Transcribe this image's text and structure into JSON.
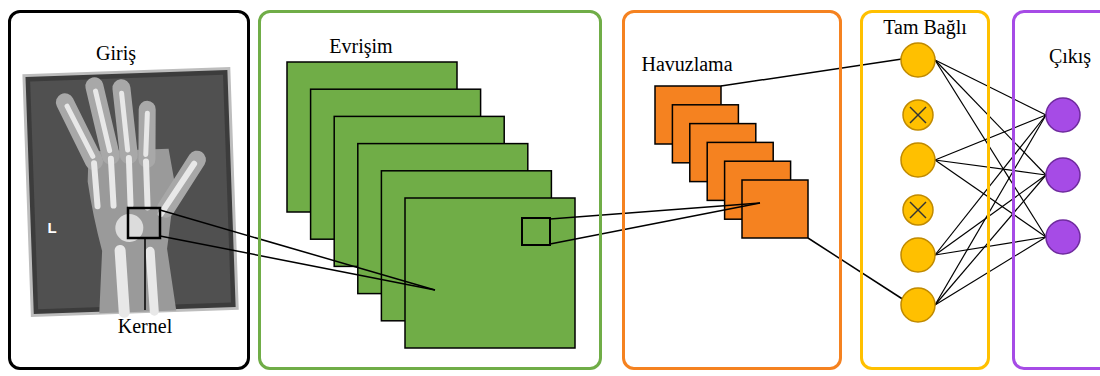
{
  "diagram": {
    "nodes": [
      {
        "text": [
          "Giriş"
        ]
      },
      {
        "text": [
          "Evrişim"
        ]
      },
      {
        "text": [
          "Havuzlama"
        ]
      },
      {
        "text": [
          "Tam Bağlı"
        ]
      },
      {
        "text": [
          "Çıkış"
        ]
      }
    ],
    "labels": [
      "L",
      "Kernel"
    ]
  }
}
